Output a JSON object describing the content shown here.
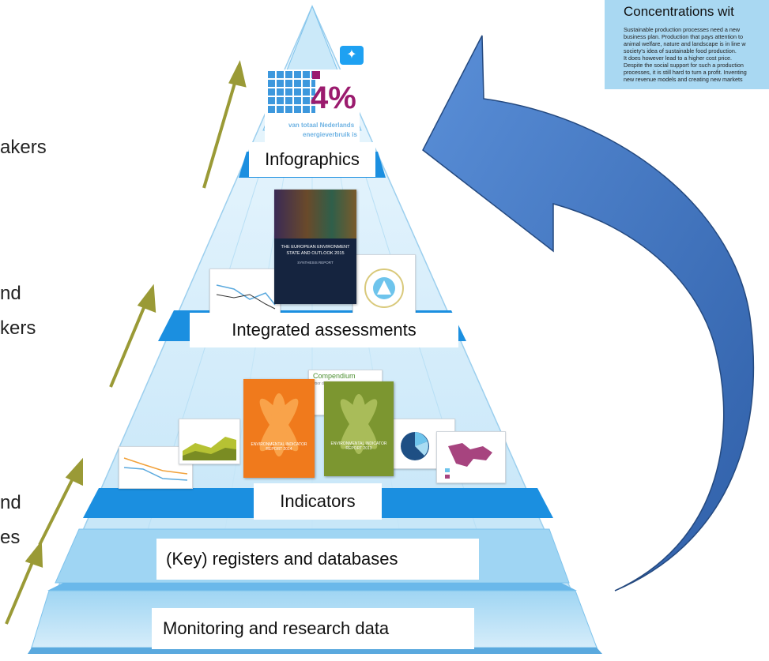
{
  "left_fragments": [
    "akers",
    "nd",
    "kers",
    "nd",
    "es"
  ],
  "layers": {
    "infographics": "Infographics",
    "integrated": "Integrated assessments",
    "indicators": "Indicators",
    "registers": "(Key) registers and databases",
    "monitoring": "Monitoring and research data"
  },
  "infographic": {
    "percent": "4%",
    "line1": "van totaal Nederlands",
    "line2": "energieverbruik is"
  },
  "assessment_report": {
    "title_line1": "THE EUROPEAN ENVIRONMENT",
    "title_line2": "STATE AND OUTLOOK 2015",
    "subtitle": "SYNTHESIS REPORT"
  },
  "indicator_reports": {
    "compendium": "Compendium",
    "compendium_sub": "voor de Leefomgeving",
    "left_title": "ENVIRONMENTAL INDICATOR REPORT 2014",
    "right_title": "ENVIRONMENTAL INDICATOR REPORT 2013"
  },
  "callout": {
    "title": "Concentrations wit",
    "body": [
      "Sustainable production processes need a new",
      "business plan. Production that pays attention to",
      "animal welfare, nature and landscape is in line w",
      "society's idea of sustainable food production.",
      "It does however lead to a higher cost price.",
      "Despite the social support for such a production",
      "processes, it is still hard to turn a profit. Inventing",
      "new revenue models and creating new markets"
    ]
  },
  "colors": {
    "pyramid_light": "#d9eef9",
    "pyramid_mid": "#8ccbef",
    "band_blue": "#1b8fe0",
    "cycle_arrow": "#3c6fbe",
    "growth_arrow": "#9a9a36",
    "callout_bg": "#a9d8f2"
  }
}
